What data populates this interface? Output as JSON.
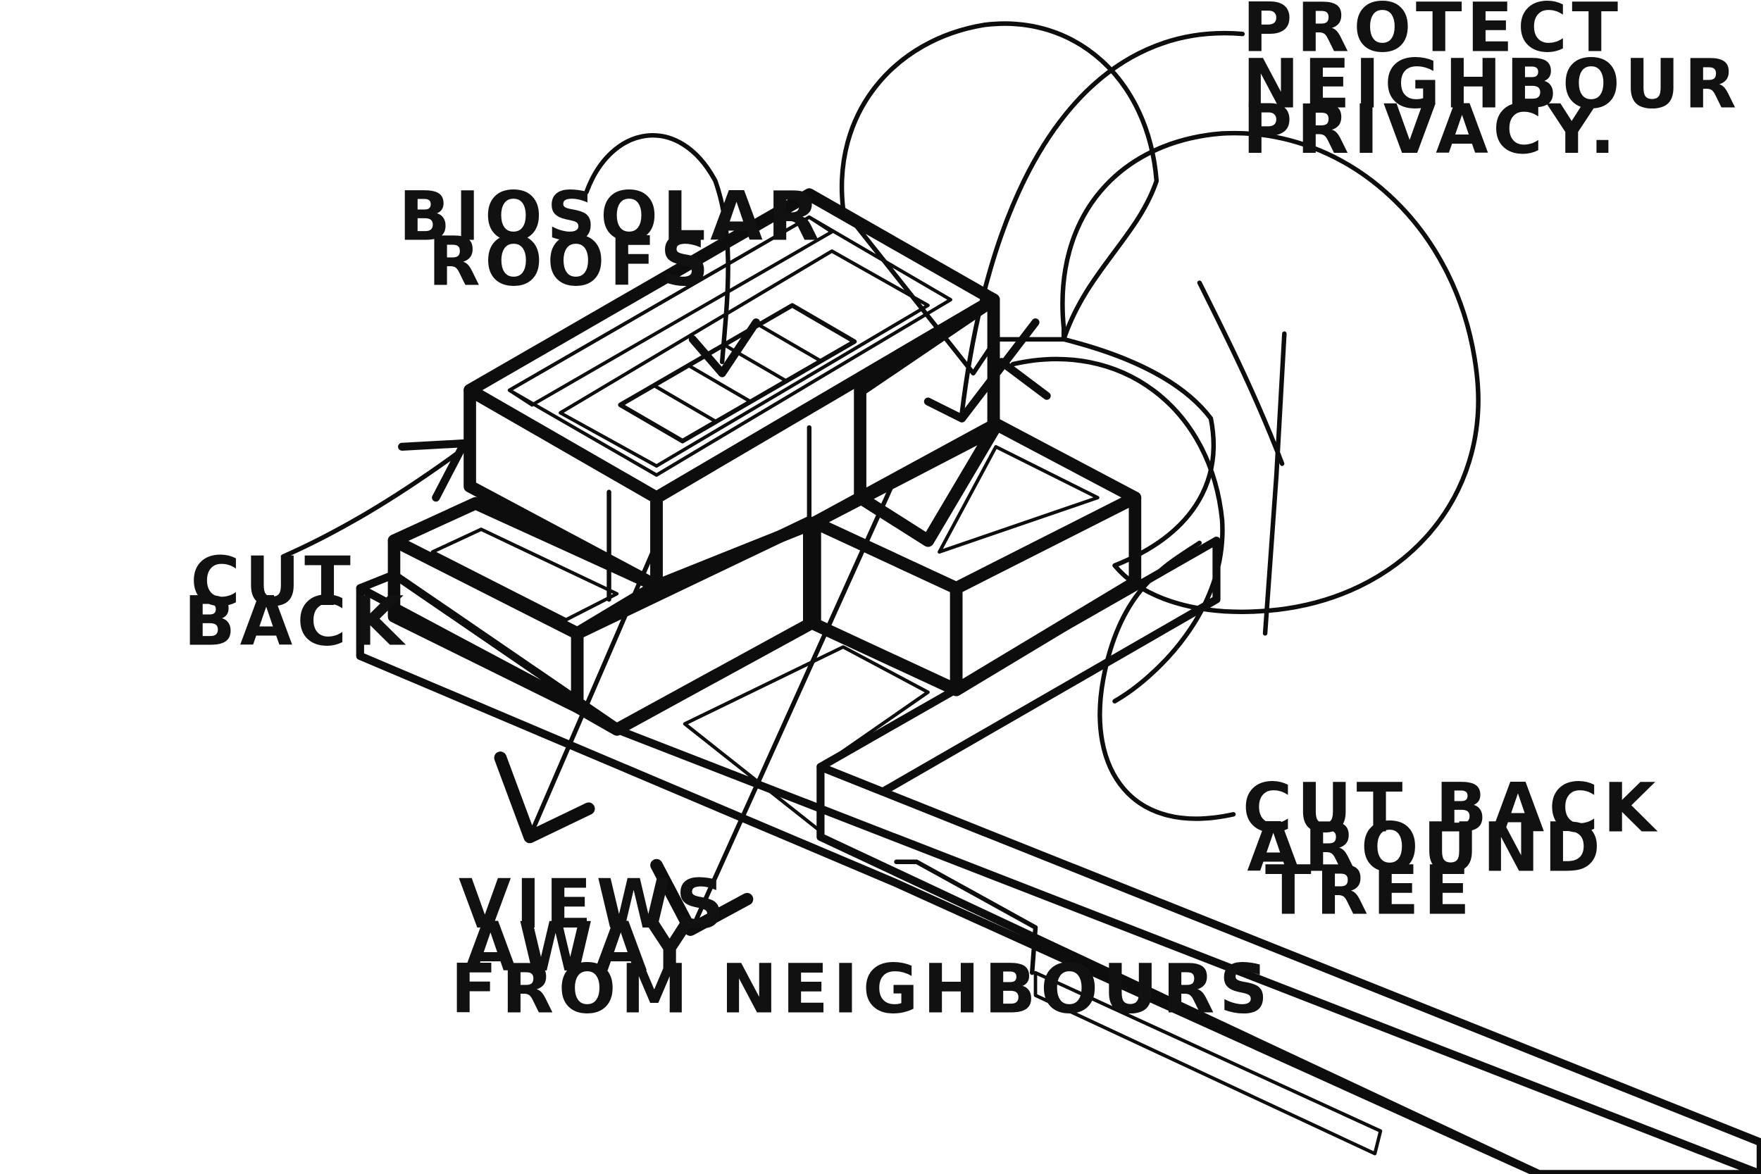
{
  "colors": {
    "ink": "#0d0d0d",
    "foliage": "#dbe0d0",
    "roof": "#e4e4d2",
    "wall": "#f1f1f1",
    "grey_wall": "#9a9a9a",
    "dark_wall": "#6a6a6a",
    "solar_panel": "#8a8a8a",
    "background": "#ffffff"
  },
  "annotations": {
    "biosolar_line1": "BIOSOLAR",
    "biosolar_line2": "ROOFS",
    "privacy_line1": "PROTECT",
    "privacy_line2": "NEIGHBOUR",
    "privacy_line3": "PRIVACY.",
    "cut_back_line1": "CUT",
    "cut_back_line2": "BACK",
    "tree_line1": "CUT BACK",
    "tree_line2": "AROUND",
    "tree_line3": "TREE",
    "views_line1": "VIEWS",
    "views_line2": "AWAY",
    "views_line3": "FROM NEIGHBOURS"
  }
}
